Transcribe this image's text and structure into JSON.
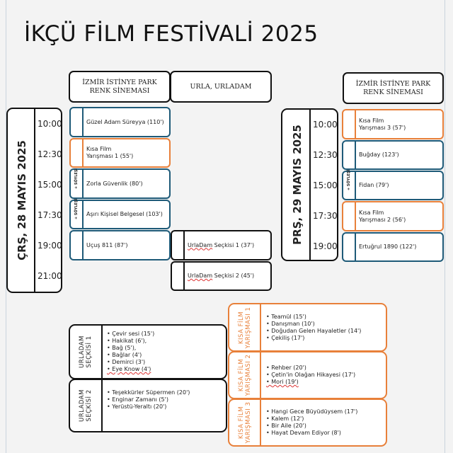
{
  "title": "İKÇÜ FİLM FESTİVALİ 2025",
  "colors": {
    "blue": "#1e5a78",
    "orange": "#e8803a"
  },
  "day1": {
    "label": "ÇRŞ, 28 MAYIS 2025",
    "venues": [
      "İZMİR İSTİNYE PARK\nRENK SİNEMASI",
      "URLA, URLADAM"
    ],
    "times": [
      "10:00",
      "12:30",
      "15:00",
      "17:30",
      "19:00",
      "21:00"
    ],
    "events": [
      {
        "title": "Güzel Adam Süreyya (110')",
        "tag": ""
      },
      {
        "title": "Kısa Film\nYarışması 1 (55')",
        "tag": ""
      },
      {
        "title": "Zorla Güvenlik (80')",
        "tag": "+ SÖYLEŞİ"
      },
      {
        "title": "Aşırı Kişisel Belgesel (103')",
        "tag": "+ SÖYLEŞİ"
      },
      {
        "title": "Uçuş 811 (87')",
        "tag": ""
      }
    ],
    "urla_events": [
      {
        "name": "UrlaDam",
        "rest": " Seçkisi 1 (37')"
      },
      {
        "name": "UrlaDam",
        "rest": " Seçkisi  2 (45')"
      }
    ]
  },
  "day2": {
    "label": "PRŞ, 29 MAYIS 2025",
    "venue": "İZMİR İSTİNYE PARK\nRENK SİNEMASI",
    "times": [
      "10:00",
      "12:30",
      "15:00",
      "17:30",
      "19:00"
    ],
    "events": [
      {
        "title": "Kısa Film\nYarışması 3 (57')",
        "tag": ""
      },
      {
        "title": "Buğday (123')",
        "tag": ""
      },
      {
        "title": "Fidan (79')",
        "tag": "+ SÖYLEŞİ"
      },
      {
        "title": "Kısa Film\nYarışması 2 (56')",
        "tag": ""
      },
      {
        "title": "Ertuğrul 1890 (122')",
        "tag": ""
      }
    ]
  },
  "programs": {
    "urladam1": {
      "label": "URLADAM\nSEÇKİSİ 1",
      "items": [
        "Çevir sesi (15')",
        "Hakikat (6'),",
        "Bağ (5'),",
        "Bağlar (4')",
        "Demirci (3')",
        "Eye Know (4')"
      ]
    },
    "urladam2": {
      "label": "URLADAM\nSEÇKİSİ 2",
      "items": [
        "Teşekkürler Süpermen (20')",
        "Enginar Zamanı (5')",
        "Yerüstü-Yeraltı (20')"
      ]
    },
    "kfy1": {
      "label": "KISA FİLM\nYARIŞMASI 1",
      "items": [
        "Teamül (15')",
        "Danışman (10')",
        "Doğudan Gelen Hayaletler (14')",
        "Çekiliş (17')"
      ]
    },
    "kfy2": {
      "label": "KISA FİLM\nYARIŞMASI 2",
      "items": [
        "Rehber (20')",
        "Çetin'in Olağan Hikayesi (17')",
        "Mori (19')"
      ]
    },
    "kfy3": {
      "label": "KISA FİLM\nYARIŞMASI 3",
      "items": [
        "Hangi Gece Büyüdüysem (17')",
        "Kalem (12')",
        "Bir Aile (20')",
        "Hayat Devam Ediyor (8')"
      ]
    }
  }
}
